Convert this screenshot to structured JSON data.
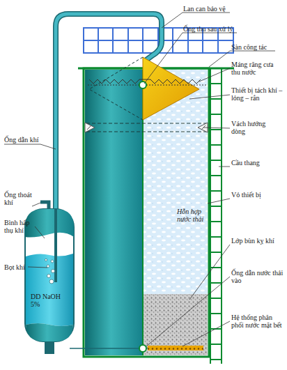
{
  "diagram": {
    "labels": [
      "Lan can bảo vệ",
      "Ống thu sau xử lý",
      "Ống dẫn khí",
      "Sàn công tác",
      "Máng răng cưa thu nước",
      "Thiết bị tách khí – lỏng – rắn",
      "Vách hướng dòng",
      "Cầu thang",
      "Vỏ thiết bị",
      "Ống thoát khí",
      "Hỗn hợp nước thải",
      "Bình hấp thụ khí",
      "Lớp bùn kỵ khí",
      "Bọt khí",
      "Ống dẫn nước thải vào",
      "DD NaOH 5%",
      "Hệ thống phân phối nước mặt bết"
    ]
  }
}
